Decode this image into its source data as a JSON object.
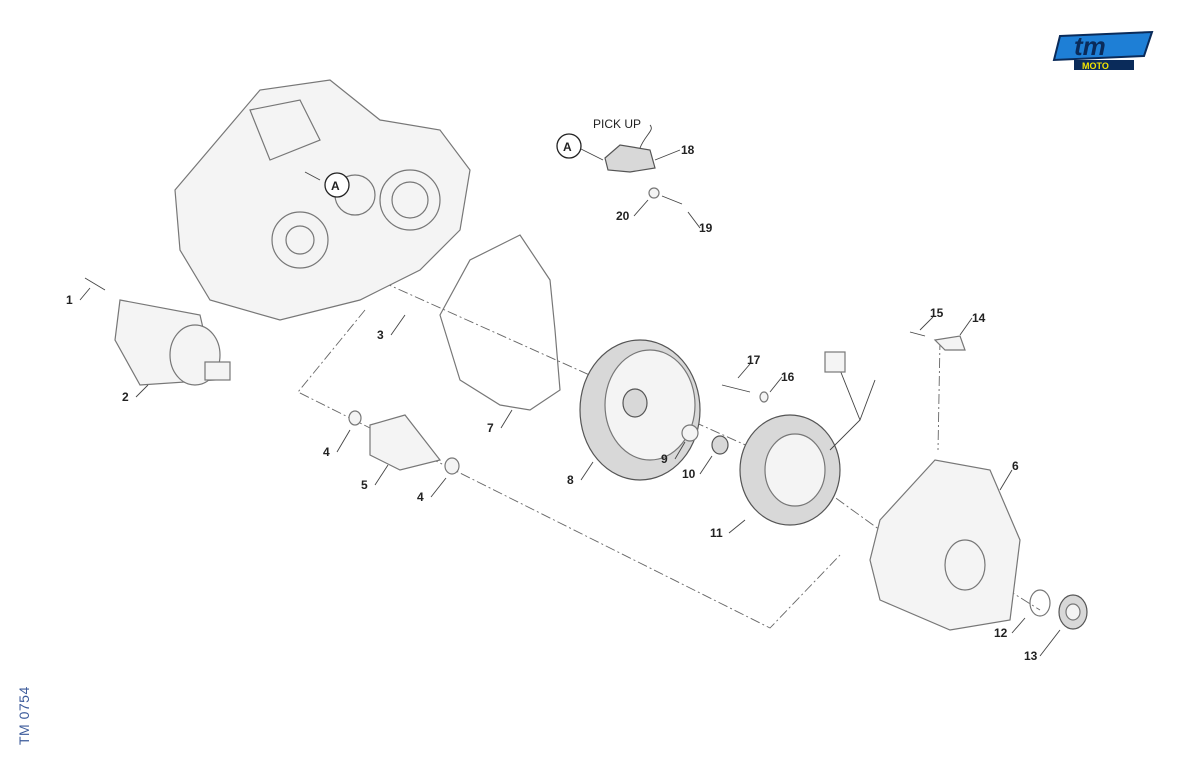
{
  "logo": {
    "text": "tm",
    "subtext": "MOTO"
  },
  "drawing_code": "TM 0754",
  "pickup_label": "PICK UP",
  "reference_marks": [
    "A",
    "A"
  ],
  "callouts": [
    "1",
    "2",
    "3",
    "4",
    "5",
    "4",
    "7",
    "8",
    "9",
    "10",
    "11",
    "6",
    "12",
    "13",
    "14",
    "15",
    "16",
    "17",
    "18",
    "19",
    "20"
  ],
  "colors": {
    "logo_blue": "#1e7fd6",
    "logo_yellow": "#f2e400",
    "code_text": "#3b5a9a"
  }
}
